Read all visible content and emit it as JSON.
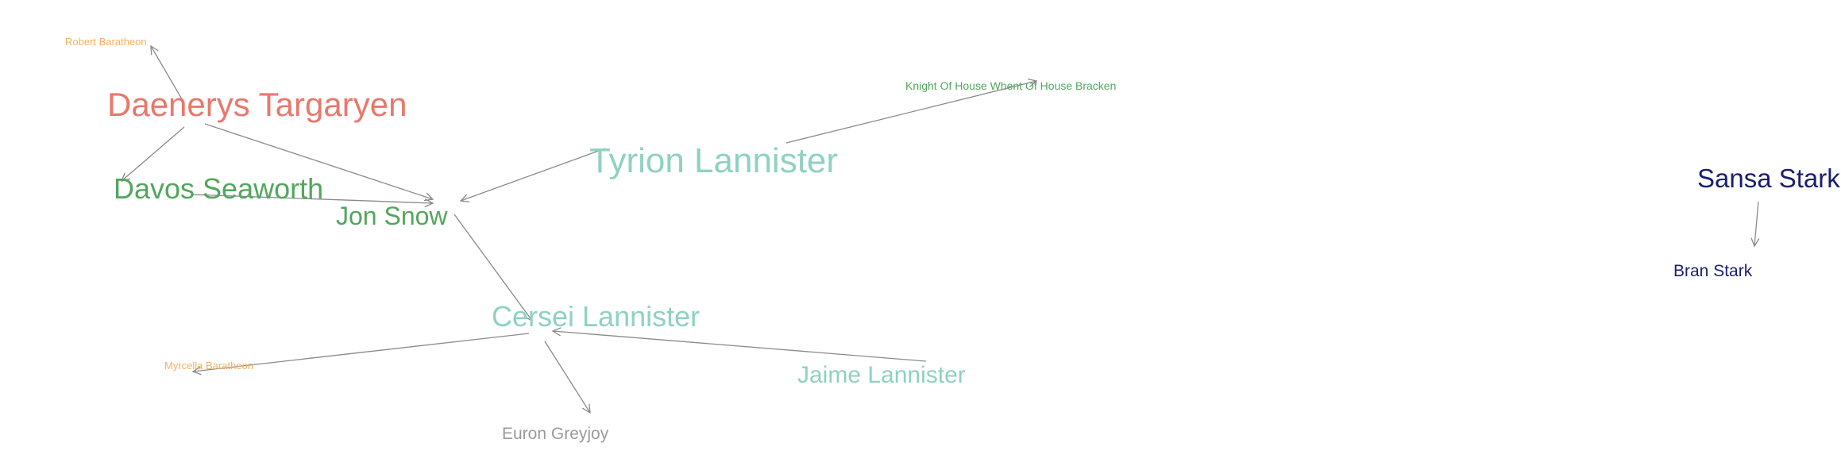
{
  "colors": {
    "edge": "#8a8a8a",
    "targaryen_red": "#e8786c",
    "green": "#52a65e",
    "teal": "#8fd1c2",
    "orange": "#f2b067",
    "navy": "#1a1f6b",
    "gray": "#9a9a9a"
  },
  "nodes": {
    "robert_baratheon": {
      "label": "Robert Baratheon",
      "color": "#f2b067"
    },
    "daenerys_targaryen": {
      "label": "Daenerys Targaryen",
      "color": "#e8786c"
    },
    "davos_seaworth": {
      "label": "Davos Seaworth",
      "color": "#52a65e"
    },
    "jon_snow": {
      "label": "Jon Snow",
      "color": "#52a65e"
    },
    "tyrion_lannister": {
      "label": "Tyrion Lannister",
      "color": "#8fd1c2"
    },
    "knight_bracken": {
      "label": "Knight Of House Whent Of House Bracken",
      "color": "#52a65e"
    },
    "cersei_lannister": {
      "label": "Cersei Lannister",
      "color": "#8fd1c2"
    },
    "myrcella_baratheon": {
      "label": "Myrcella Baratheon",
      "color": "#f2b067"
    },
    "jaime_lannister": {
      "label": "Jaime Lannister",
      "color": "#8fd1c2"
    },
    "euron_greyjoy": {
      "label": "Euron Greyjoy",
      "color": "#9a9a9a"
    },
    "sansa_stark": {
      "label": "Sansa Stark",
      "color": "#1a1f6b"
    },
    "bran_stark": {
      "label": "Bran Stark",
      "color": "#1a1f6b"
    }
  },
  "edges": [
    {
      "from": "Daenerys Targaryen",
      "to": "Robert Baratheon"
    },
    {
      "from": "Daenerys Targaryen",
      "to": "Davos Seaworth"
    },
    {
      "from": "Daenerys Targaryen",
      "to": "Jon Snow"
    },
    {
      "from": "Davos Seaworth",
      "to": "Jon Snow"
    },
    {
      "from": "Tyrion Lannister",
      "to": "Jon Snow"
    },
    {
      "from": "Tyrion Lannister",
      "to": "Knight Of House Whent Of House Bracken"
    },
    {
      "from": "Jon Snow",
      "to": "Cersei Lannister"
    },
    {
      "from": "Cersei Lannister",
      "to": "Myrcella Baratheon"
    },
    {
      "from": "Cersei Lannister",
      "to": "Euron Greyjoy"
    },
    {
      "from": "Jaime Lannister",
      "to": "Cersei Lannister"
    },
    {
      "from": "Sansa Stark",
      "to": "Bran Stark"
    }
  ]
}
